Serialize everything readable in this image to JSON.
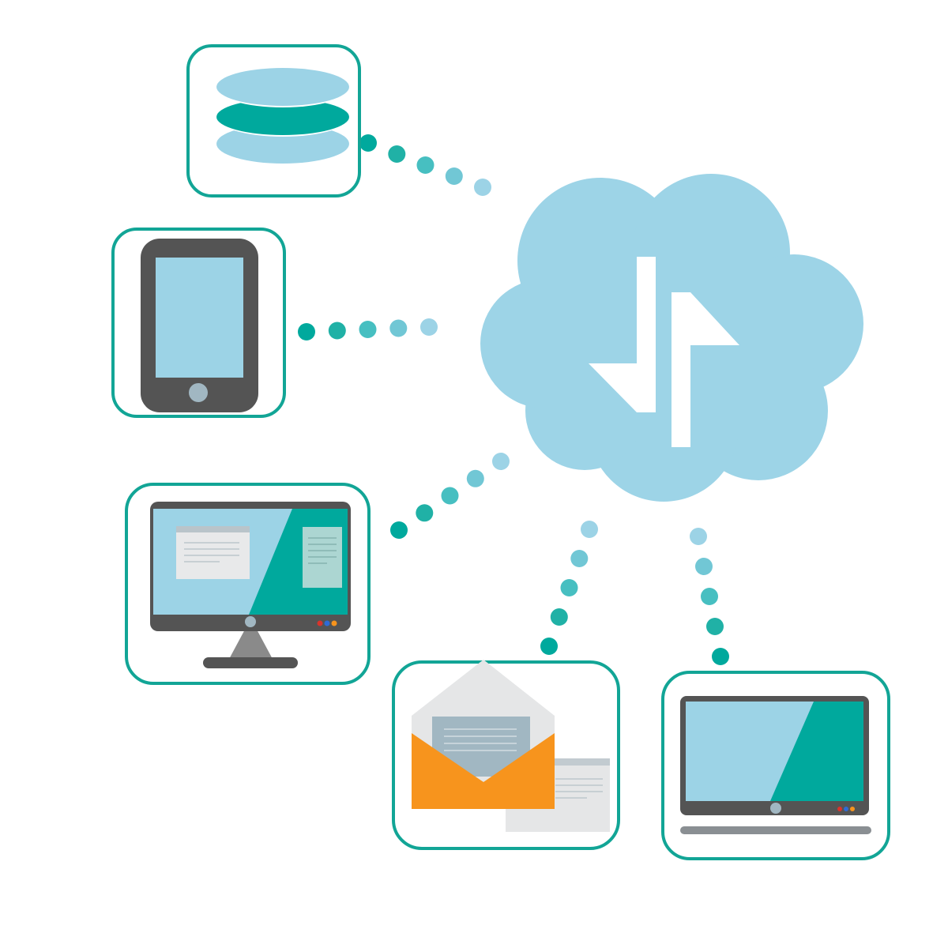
{
  "colors": {
    "tile_border": "#12a596",
    "teal": "#00a99d",
    "light_blue": "#9cd3e6",
    "cloud": "#9dd4e7",
    "dark_gray": "#545454",
    "orange": "#f7941d",
    "mid_gray": "#a1b7c2",
    "paper": "#e5e6e7",
    "dot_gradient": [
      "#00a99d",
      "#20b1a6",
      "#47bfc1",
      "#71c7d5",
      "#9cd3e6"
    ]
  },
  "nodes": [
    {
      "id": "database",
      "icon": "database-icon"
    },
    {
      "id": "tablet",
      "icon": "tablet-icon"
    },
    {
      "id": "desktop",
      "icon": "desktop-monitor-icon"
    },
    {
      "id": "email",
      "icon": "envelope-icon"
    },
    {
      "id": "laptop",
      "icon": "laptop-icon"
    }
  ],
  "hub": {
    "id": "cloud",
    "icon": "cloud-sync-icon",
    "badge_icon": "up-down-arrows-icon"
  },
  "edges": [
    {
      "from": "database",
      "to": "cloud",
      "dots": 5
    },
    {
      "from": "tablet",
      "to": "cloud",
      "dots": 5
    },
    {
      "from": "desktop",
      "to": "cloud",
      "dots": 5
    },
    {
      "from": "email",
      "to": "cloud",
      "dots": 5
    },
    {
      "from": "laptop",
      "to": "cloud",
      "dots": 5
    }
  ]
}
